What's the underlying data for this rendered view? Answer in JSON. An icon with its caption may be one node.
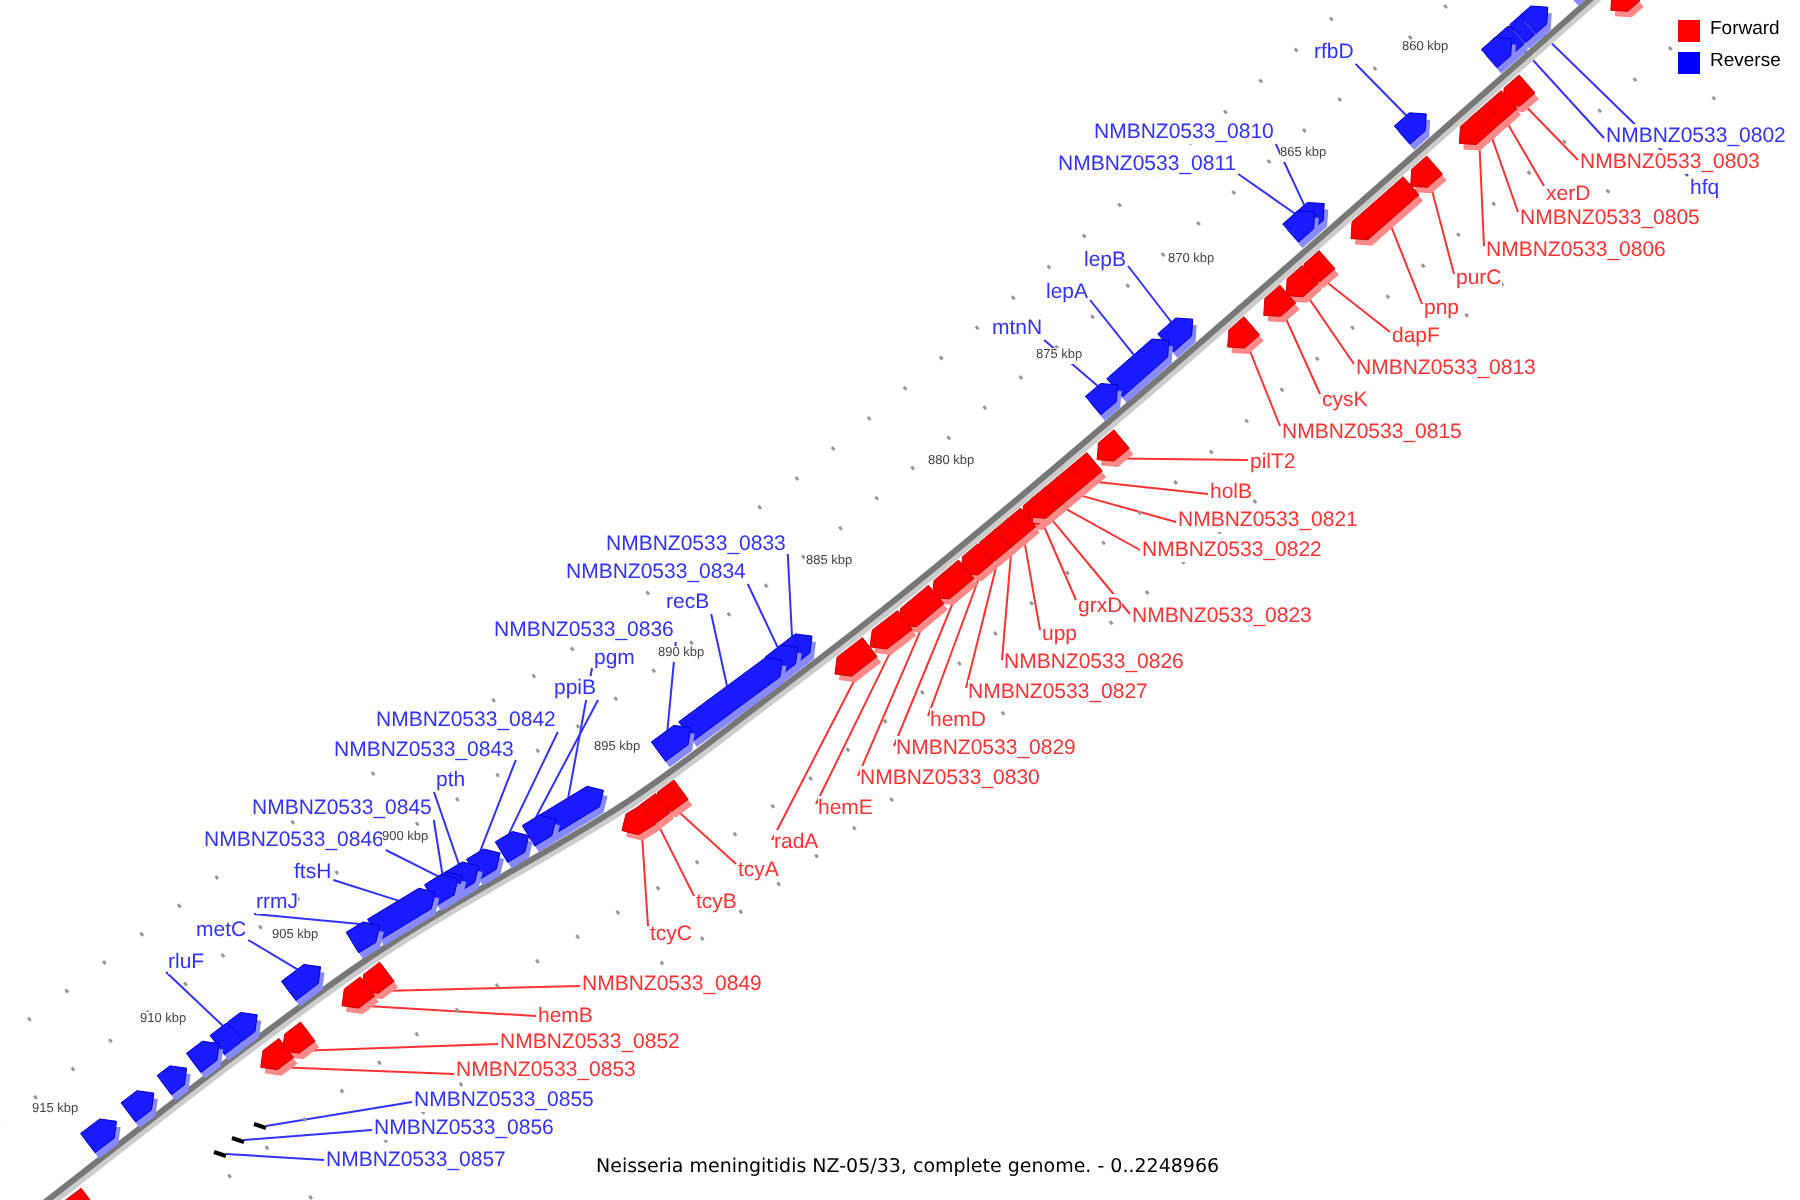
{
  "diagram": {
    "caption": "Neisseria meningitidis NZ-05/33, complete genome. - 0..2248966",
    "nodes": [
      {
        "text": [
          "rfbD"
        ]
      },
      {
        "text": [
          "NMBNZ0533_0802"
        ]
      },
      {
        "text": [
          "NMBNZ0533_0803"
        ]
      },
      {
        "text": [
          "hfq"
        ]
      },
      {
        "text": [
          "xerD"
        ]
      },
      {
        "text": [
          "NMBNZ0533_0805"
        ]
      },
      {
        "text": [
          "NMBNZ0533_0806"
        ]
      },
      {
        "text": [
          "purC"
        ]
      },
      {
        "text": [
          "pnp"
        ]
      },
      {
        "text": [
          "dapF"
        ]
      },
      {
        "text": [
          "NMBNZ0533_0813"
        ]
      },
      {
        "text": [
          "cysK"
        ]
      },
      {
        "text": [
          "NMBNZ0533_0815"
        ]
      },
      {
        "text": [
          "NMBNZ0533_0810"
        ]
      },
      {
        "text": [
          "NMBNZ0533_0811"
        ]
      },
      {
        "text": [
          "lepB"
        ]
      },
      {
        "text": [
          "lepA"
        ]
      },
      {
        "text": [
          "mtnN"
        ]
      },
      {
        "text": [
          "pilT2"
        ]
      },
      {
        "text": [
          "holB"
        ]
      },
      {
        "text": [
          "NMBNZ0533_0821"
        ]
      },
      {
        "text": [
          "NMBNZ0533_0822"
        ]
      },
      {
        "text": [
          "grxD"
        ]
      },
      {
        "text": [
          "NMBNZ0533_0823"
        ]
      },
      {
        "text": [
          "upp"
        ]
      },
      {
        "text": [
          "NMBNZ0533_0826"
        ]
      },
      {
        "text": [
          "NMBNZ0533_0827"
        ]
      },
      {
        "text": [
          "hemD"
        ]
      },
      {
        "text": [
          "NMBNZ0533_0829"
        ]
      },
      {
        "text": [
          "NMBNZ0533_0830"
        ]
      },
      {
        "text": [
          "hemE"
        ]
      },
      {
        "text": [
          "radA"
        ]
      },
      {
        "text": [
          "NMBNZ0533_0833"
        ]
      },
      {
        "text": [
          "NMBNZ0533_0834"
        ]
      },
      {
        "text": [
          "recB"
        ]
      },
      {
        "text": [
          "NMBNZ0533_0836"
        ]
      },
      {
        "text": [
          "pgm"
        ]
      },
      {
        "text": [
          "ppiB"
        ]
      },
      {
        "text": [
          "NMBNZ0533_0842"
        ]
      },
      {
        "text": [
          "NMBNZ0533_0843"
        ]
      },
      {
        "text": [
          "pth"
        ]
      },
      {
        "text": [
          "tcyA"
        ]
      },
      {
        "text": [
          "tcyB"
        ]
      },
      {
        "text": [
          "tcyC"
        ]
      },
      {
        "text": [
          "NMBNZ0533_0845"
        ]
      },
      {
        "text": [
          "NMBNZ0533_0846"
        ]
      },
      {
        "text": [
          "ftsH"
        ]
      },
      {
        "text": [
          "rrmJ"
        ]
      },
      {
        "text": [
          "metC"
        ]
      },
      {
        "text": [
          "rluF"
        ]
      },
      {
        "text": [
          "NMBNZ0533_0849"
        ]
      },
      {
        "text": [
          "hemB"
        ]
      },
      {
        "text": [
          "NMBNZ0533_0852"
        ]
      },
      {
        "text": [
          "NMBNZ0533_0853"
        ]
      },
      {
        "text": [
          "NMBNZ0533_0855"
        ]
      },
      {
        "text": [
          "NMBNZ0533_0856"
        ]
      },
      {
        "text": [
          "NMBNZ0533_0857"
        ]
      },
      {
        "text": [],
        "shape": "arrow"
      },
      {
        "text": [],
        "shape": "arrow"
      },
      {
        "text": [],
        "shape": "arrow"
      },
      {
        "text": [],
        "shape": "arrow"
      },
      {
        "text": [],
        "shape": "arrow"
      },
      {
        "text": [],
        "shape": "arrow"
      },
      {
        "text": [],
        "shape": "arrow"
      },
      {
        "text": [],
        "shape": "arrow"
      },
      {
        "text": [],
        "shape": "arrow"
      },
      {
        "text": [],
        "shape": "arrow"
      },
      {
        "text": [],
        "shape": "arrow"
      },
      {
        "text": [],
        "shape": "arrow"
      },
      {
        "text": [],
        "shape": "arrow"
      },
      {
        "text": [],
        "shape": "arrow"
      },
      {
        "text": [],
        "shape": "arrow"
      },
      {
        "text": [],
        "shape": "arrow"
      },
      {
        "text": [],
        "shape": "arrow"
      },
      {
        "text": [],
        "shape": "arrow"
      },
      {
        "text": [],
        "shape": "arrow"
      },
      {
        "text": [],
        "shape": "arrow"
      },
      {
        "text": [],
        "shape": "arrow"
      },
      {
        "text": [],
        "shape": "arrow"
      },
      {
        "text": [],
        "shape": "arrow"
      },
      {
        "text": [],
        "shape": "arrow"
      },
      {
        "text": [],
        "shape": "arrow"
      },
      {
        "text": [],
        "shape": "arrow"
      },
      {
        "text": [],
        "shape": "arrow"
      },
      {
        "text": [],
        "shape": "arrow"
      },
      {
        "text": [],
        "shape": "arrow"
      },
      {
        "text": [],
        "shape": "arrow"
      },
      {
        "text": [],
        "shape": "arrow"
      },
      {
        "text": [],
        "shape": "arrow"
      },
      {
        "text": [],
        "shape": "arrow"
      },
      {
        "text": [],
        "shape": "arrow"
      },
      {
        "text": [],
        "shape": "arrow"
      },
      {
        "text": [],
        "shape": "arrow"
      },
      {
        "text": [],
        "shape": "arrow"
      },
      {
        "text": [],
        "shape": "arrow"
      },
      {
        "text": [],
        "shape": "arrow"
      },
      {
        "text": [],
        "shape": "arrow"
      },
      {
        "text": [],
        "shape": "arrow"
      },
      {
        "text": [],
        "shape": "arrow"
      },
      {
        "text": [],
        "shape": "arrow"
      },
      {
        "text": [],
        "shape": "arrow"
      },
      {
        "text": [],
        "shape": "arrow"
      },
      {
        "text": [],
        "shape": "arrow"
      },
      {
        "text": [],
        "shape": "arrow"
      },
      {
        "text": [],
        "shape": "arrow"
      },
      {
        "text": [],
        "shape": "arrow"
      },
      {
        "text": [],
        "shape": "arrow"
      },
      {
        "text": [],
        "shape": "arrow"
      },
      {
        "text": [],
        "shape": "arrow"
      },
      {
        "text": [],
        "shape": "arrow"
      },
      {
        "text": [],
        "shape": "arrow"
      },
      {
        "text": [],
        "shape": "bar"
      },
      {
        "text": [],
        "shape": "bar"
      },
      {
        "text": [],
        "shape": "bar"
      },
      {
        "text": [],
        "shape": "box"
      },
      {
        "text": [],
        "shape": "box"
      },
      {
        "text": [],
        "shape": "box"
      },
      {
        "text": [],
        "shape": "box"
      },
      {
        "text": [],
        "shape": "box"
      },
      {
        "text": [],
        "shape": "box"
      },
      {
        "text": [],
        "shape": "box"
      },
      {
        "text": [],
        "shape": "box"
      },
      {
        "text": [],
        "shape": "box"
      },
      {
        "text": [],
        "shape": "box"
      }
    ],
    "edges": [
      {
        "from": 0,
        "to": 57,
        "arrow": "none",
        "color": "#3333ff"
      },
      {
        "from": 1,
        "to": 58,
        "arrow": "none",
        "color": "#3333ff"
      },
      {
        "from": 2,
        "to": 59,
        "arrow": "none"
      },
      {
        "from": 3,
        "to": 60,
        "arrow": "none",
        "color": "#3333ff"
      },
      {
        "from": 4,
        "to": 61,
        "arrow": "none"
      },
      {
        "from": 5,
        "to": 62,
        "arrow": "none"
      },
      {
        "from": 6,
        "to": 63,
        "arrow": "none"
      },
      {
        "from": 7,
        "to": 64,
        "arrow": "none"
      },
      {
        "from": 8,
        "to": 65,
        "arrow": "none"
      },
      {
        "from": 9,
        "to": 66,
        "arrow": "none"
      },
      {
        "from": 10,
        "to": 67,
        "arrow": "none"
      },
      {
        "from": 11,
        "to": 68,
        "arrow": "none"
      },
      {
        "from": 12,
        "to": 69,
        "arrow": "none"
      },
      {
        "from": 13,
        "to": 70,
        "arrow": "none",
        "color": "#3333ff"
      },
      {
        "from": 14,
        "to": 71,
        "arrow": "none",
        "color": "#3333ff"
      },
      {
        "from": 15,
        "to": 72,
        "arrow": "none",
        "color": "#3333ff"
      },
      {
        "from": 16,
        "to": 73,
        "arrow": "none",
        "color": "#3333ff"
      },
      {
        "from": 17,
        "to": 74,
        "arrow": "none",
        "color": "#3333ff"
      },
      {
        "from": 18,
        "to": 75,
        "arrow": "none"
      },
      {
        "from": 19,
        "to": 76,
        "arrow": "none"
      },
      {
        "from": 20,
        "to": 77,
        "arrow": "none"
      },
      {
        "from": 21,
        "to": 78,
        "arrow": "none"
      },
      {
        "from": 22,
        "to": 79,
        "arrow": "none"
      },
      {
        "from": 23,
        "to": 80,
        "arrow": "none"
      },
      {
        "from": 24,
        "to": 81,
        "arrow": "none"
      },
      {
        "from": 25,
        "to": 82,
        "arrow": "none"
      },
      {
        "from": 26,
        "to": 83,
        "arrow": "none"
      },
      {
        "from": 27,
        "to": 84,
        "arrow": "none"
      },
      {
        "from": 28,
        "to": 85,
        "arrow": "none"
      },
      {
        "from": 29,
        "to": 86,
        "arrow": "none"
      },
      {
        "from": 30,
        "to": 87,
        "arrow": "none"
      },
      {
        "from": 31,
        "to": 88,
        "arrow": "none"
      },
      {
        "from": 32,
        "to": 89,
        "arrow": "none",
        "color": "#3333ff"
      },
      {
        "from": 33,
        "to": 90,
        "arrow": "none",
        "color": "#3333ff"
      },
      {
        "from": 34,
        "to": 91,
        "arrow": "none",
        "color": "#3333ff"
      },
      {
        "from": 35,
        "to": 92,
        "arrow": "none",
        "color": "#3333ff"
      },
      {
        "from": 36,
        "to": 93,
        "arrow": "none",
        "color": "#3333ff"
      },
      {
        "from": 37,
        "to": 94,
        "arrow": "none",
        "color": "#3333ff"
      },
      {
        "from": 38,
        "to": 95,
        "arrow": "none",
        "color": "#3333ff"
      },
      {
        "from": 39,
        "to": 96,
        "arrow": "none",
        "color": "#3333ff"
      },
      {
        "from": 40,
        "to": 97,
        "arrow": "none",
        "color": "#3333ff"
      },
      {
        "from": 41,
        "to": 98,
        "arrow": "none"
      },
      {
        "from": 42,
        "to": 99,
        "arrow": "none"
      },
      {
        "from": 43,
        "to": 100,
        "arrow": "none"
      },
      {
        "from": 44,
        "to": 101,
        "arrow": "none",
        "color": "#3333ff"
      },
      {
        "from": 45,
        "to": 102,
        "arrow": "none",
        "color": "#3333ff"
      },
      {
        "from": 46,
        "to": 103,
        "arrow": "none",
        "color": "#3333ff"
      },
      {
        "from": 47,
        "to": 104,
        "arrow": "none",
        "color": "#3333ff"
      },
      {
        "from": 48,
        "to": 105,
        "arrow": "none",
        "color": "#3333ff"
      },
      {
        "from": 49,
        "to": 106,
        "arrow": "none",
        "color": "#3333ff"
      },
      {
        "from": 50,
        "to": 107,
        "arrow": "none"
      },
      {
        "from": 51,
        "to": 108,
        "arrow": "none"
      },
      {
        "from": 52,
        "to": 109,
        "arrow": "none"
      },
      {
        "from": 53,
        "to": 110,
        "arrow": "none"
      },
      {
        "from": 54,
        "to": 111,
        "arrow": "none",
        "color": "#3333ff"
      },
      {
        "from": 55,
        "to": 112,
        "arrow": "none",
        "color": "#3333ff"
      },
      {
        "from": 56,
        "to": 113,
        "arrow": "none",
        "color": "#3333ff"
      }
    ],
    "labels": [
      "860 kbp",
      "865 kbp",
      "870 kbp",
      "875 kbp",
      "880 kbp",
      "885 kbp",
      "890 kbp",
      "895 kbp",
      "900 kbp",
      "905 kbp",
      "910 kbp",
      "915 kbp"
    ],
    "legend": [
      {
        "text": "Forward",
        "color": "#ff0000"
      },
      {
        "text": "Reverse",
        "color": "#0000ff"
      }
    ]
  }
}
